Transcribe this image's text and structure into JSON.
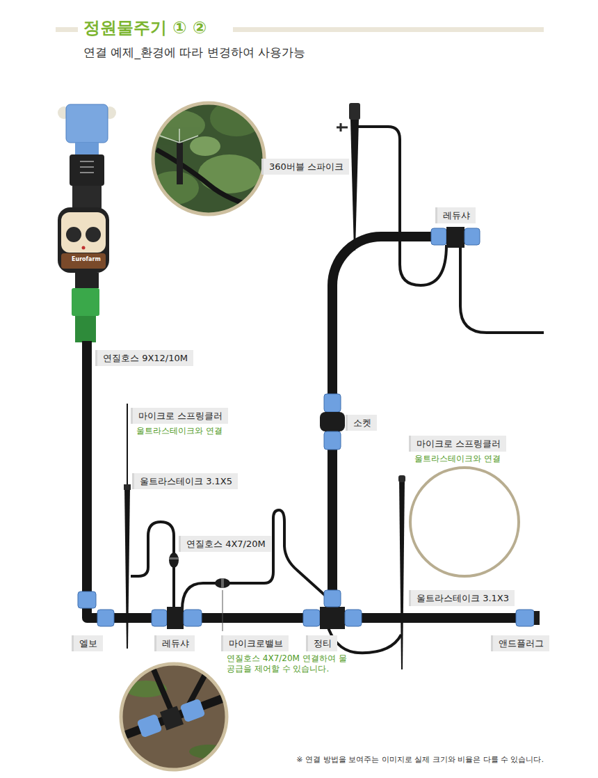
{
  "diagram": {
    "title": "정원물주기 ① ②",
    "caption": "연결 예제_환경에 따라 변경하여 사용가능",
    "nodes": [
      {
        "text": [
          "360버블 스파이크"
        ]
      },
      {
        "text": [
          "레듀샤"
        ]
      },
      {
        "text": [
          "연질호스 9X12/10M"
        ]
      },
      {
        "text": [
          "마이크로 스프링클러",
          "울트라스테이크와 연결"
        ]
      },
      {
        "text": [
          "소켓"
        ]
      },
      {
        "text": [
          "마이크로 스프링클러",
          "울트라스테이크와 연결"
        ]
      },
      {
        "text": [
          "울트라스테이크 3.1X5"
        ]
      },
      {
        "text": [
          "연질호스 4X7/20M"
        ]
      },
      {
        "text": [
          "울트라스테이크 3.1X3"
        ]
      },
      {
        "text": [
          "엘보"
        ]
      },
      {
        "text": [
          "레듀샤"
        ]
      },
      {
        "text": [
          "마이크로밸브",
          "연질호스 4X7/20M 연결하여 물공급을 제어할 수 있습니다."
        ]
      },
      {
        "text": [
          "정티"
        ]
      },
      {
        "text": [
          "앤드플러그"
        ]
      }
    ],
    "labels": [
      "Eurofarm",
      "※ 연결 방법을 보여주는 이미지로 실제 크기와 비율은 다를 수 있습니다."
    ]
  }
}
